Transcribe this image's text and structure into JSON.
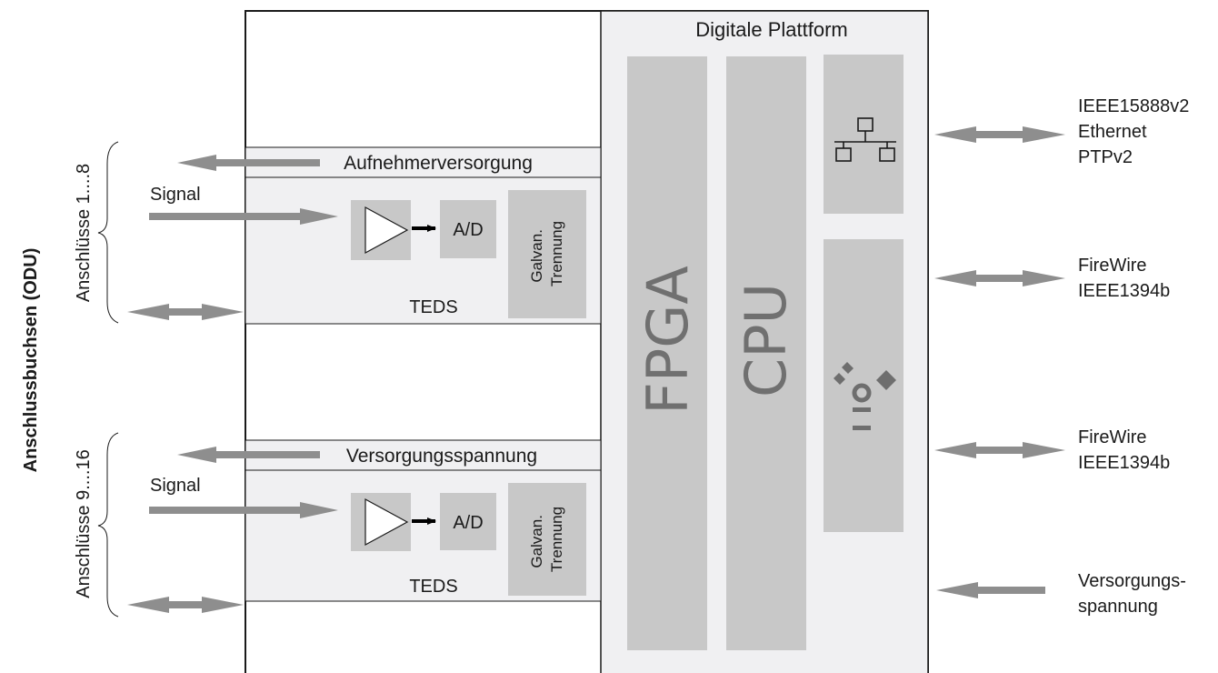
{
  "platform": {
    "title": "Digitale Plattform",
    "fpga_label": "FPGA",
    "cpu_label": "CPU",
    "ethernet_icon": "network-topology-icon",
    "firewire_icon": "firewire-icon"
  },
  "left_connectors": {
    "group_label": "Anschlussbuchsen (ODU)",
    "groups": [
      {
        "label": "Anschlüsse 1....8",
        "supply_label": "Aufnehmerversorgung",
        "signal_label": "Signal",
        "ad_label": "A/D",
        "isolation_label": "Galvan. Trennung",
        "teds_label": "TEDS"
      },
      {
        "label": "Anschlüsse 9....16",
        "supply_label": "Versorgungsspannung",
        "signal_label": "Signal",
        "ad_label": "A/D",
        "isolation_label": "Galvan. Trennung",
        "teds_label": "TEDS"
      }
    ]
  },
  "right_ports": [
    {
      "lines": [
        "IEEE15888v2",
        "Ethernet",
        "PTPv2"
      ]
    },
    {
      "lines": [
        "FireWire",
        "IEEE1394b"
      ]
    },
    {
      "lines": [
        "FireWire",
        "IEEE1394b"
      ]
    },
    {
      "lines": [
        "Versorgungs-",
        "spannung"
      ]
    }
  ],
  "colors": {
    "frame": "#1a1a1a",
    "block": "#c8c8c8",
    "panel": "#f0f0f2",
    "arrow": "#8e8e8e",
    "text": "#1a1a1a"
  }
}
